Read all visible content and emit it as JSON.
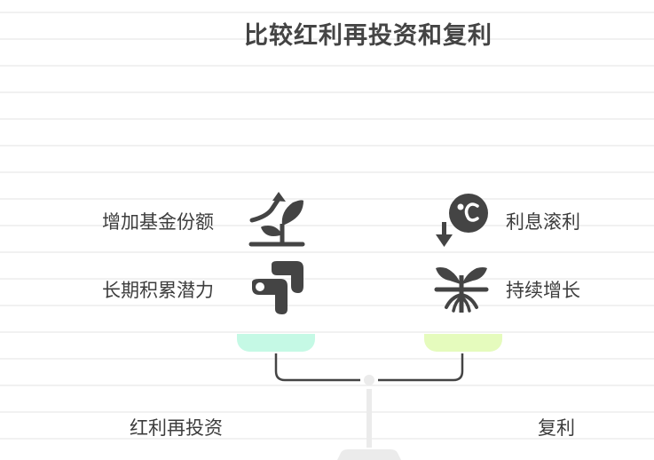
{
  "title": "比较红利再投资和复利",
  "left": {
    "name": "红利再投资",
    "pan_color": "#c5f9e5",
    "items": [
      {
        "label": "增加基金份额",
        "icon": "growing-plant-arrow-icon"
      },
      {
        "label": "长期积累潜力",
        "icon": "stacked-blocks-icon"
      }
    ]
  },
  "right": {
    "name": "复利",
    "pan_color": "#e5fbbd",
    "items": [
      {
        "label": "利息滚利",
        "icon": "coin-down-arrow-icon"
      },
      {
        "label": "持续增长",
        "icon": "sprout-roots-icon"
      }
    ]
  },
  "colors": {
    "icon": "#444444",
    "beam": "#444444",
    "stand": "#ebebeb",
    "text": "#3d3d3d"
  }
}
